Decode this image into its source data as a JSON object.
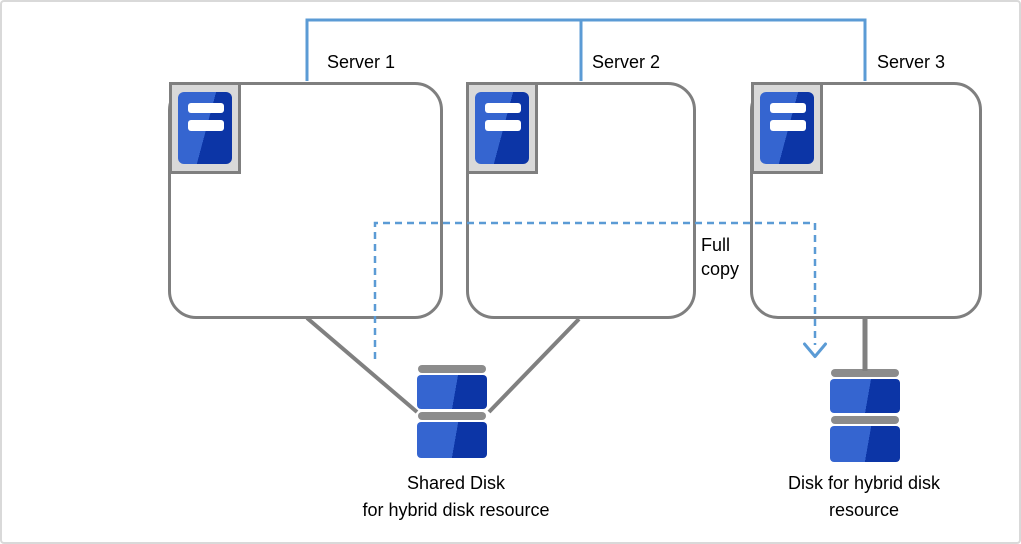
{
  "servers": [
    {
      "label": "Server 1",
      "icon": "server-tower-icon"
    },
    {
      "label": "Server 2",
      "icon": "server-tower-icon"
    },
    {
      "label": "Server 3",
      "icon": "server-tower-icon"
    }
  ],
  "annotations": {
    "full_copy": "Full copy"
  },
  "disks": {
    "shared": {
      "icon": "disk-stack-icon",
      "label_line1": "Shared Disk",
      "label_line2": "for hybrid disk resource"
    },
    "hybrid": {
      "icon": "disk-stack-icon",
      "label_line1": "Disk for hybrid disk",
      "label_line2": "resource"
    }
  },
  "colors": {
    "connector_blue": "#5B9BD5",
    "line_gray": "#808080",
    "box_border": "#7F7F7F",
    "disk_bar_gray": "#8C8C8C",
    "icon_frame_fill": "#D9D9D9",
    "blue_light": "#3565D0",
    "blue_dark": "#0C35A6",
    "text_color": "#000000",
    "page_border": "#D9D9D9",
    "canvas_bg": "#FFFFFF"
  }
}
